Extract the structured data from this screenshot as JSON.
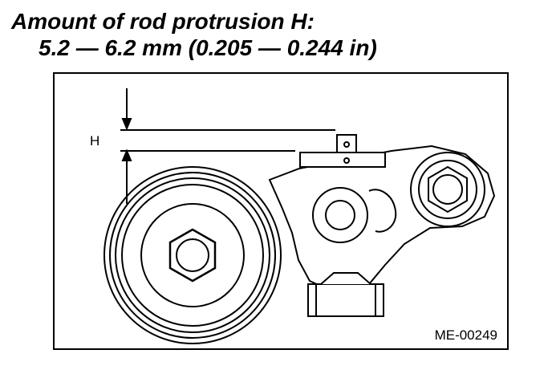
{
  "heading": {
    "line1": "Amount of rod protrusion H:",
    "line2": "5.2 — 6.2 mm (0.205 — 0.244 in)"
  },
  "diagram": {
    "dimension_label": "H",
    "figure_code": "ME-00249"
  }
}
